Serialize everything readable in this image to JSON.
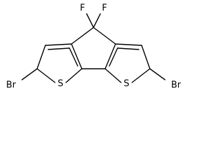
{
  "molecule": {
    "atoms": {
      "fluorine_left": "F",
      "fluorine_right": "F",
      "sulfur_left": "S",
      "sulfur_right": "S",
      "bromine_left": "Br",
      "bromine_right": "Br"
    }
  }
}
